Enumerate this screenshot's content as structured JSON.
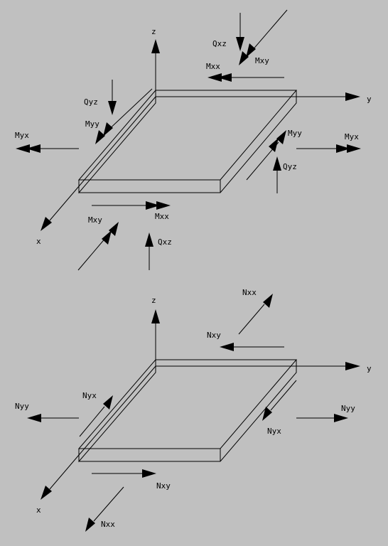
{
  "colors": {
    "background": "#c0c0c0",
    "ink": "#000000"
  },
  "moments_diagram": {
    "axes": {
      "z": "z",
      "y": "y",
      "x": "x"
    },
    "labels": {
      "qxz_top": "Qxz",
      "mxy_top": "Mxy",
      "mxx_top": "Mxx",
      "qyz_left": "Qyz",
      "myy_left": "Myy",
      "myx_left": "Myx",
      "myy_right": "Myy",
      "myx_right": "Myx",
      "qyz_right": "Qyz",
      "mxy_bottom": "Mxy",
      "mxx_bottom": "Mxx",
      "qxz_bottom": "Qxz"
    }
  },
  "forces_diagram": {
    "axes": {
      "z": "z",
      "y": "y",
      "x": "x"
    },
    "labels": {
      "nxx_top": "Nxx",
      "nxy_top": "Nxy",
      "nyx_left": "Nyx",
      "nyy_left": "Nyy",
      "nyy_right": "Nyy",
      "nyx_right": "Nyx",
      "nxy_bottom": "Nxy",
      "nxx_bottom": "Nxx"
    }
  }
}
